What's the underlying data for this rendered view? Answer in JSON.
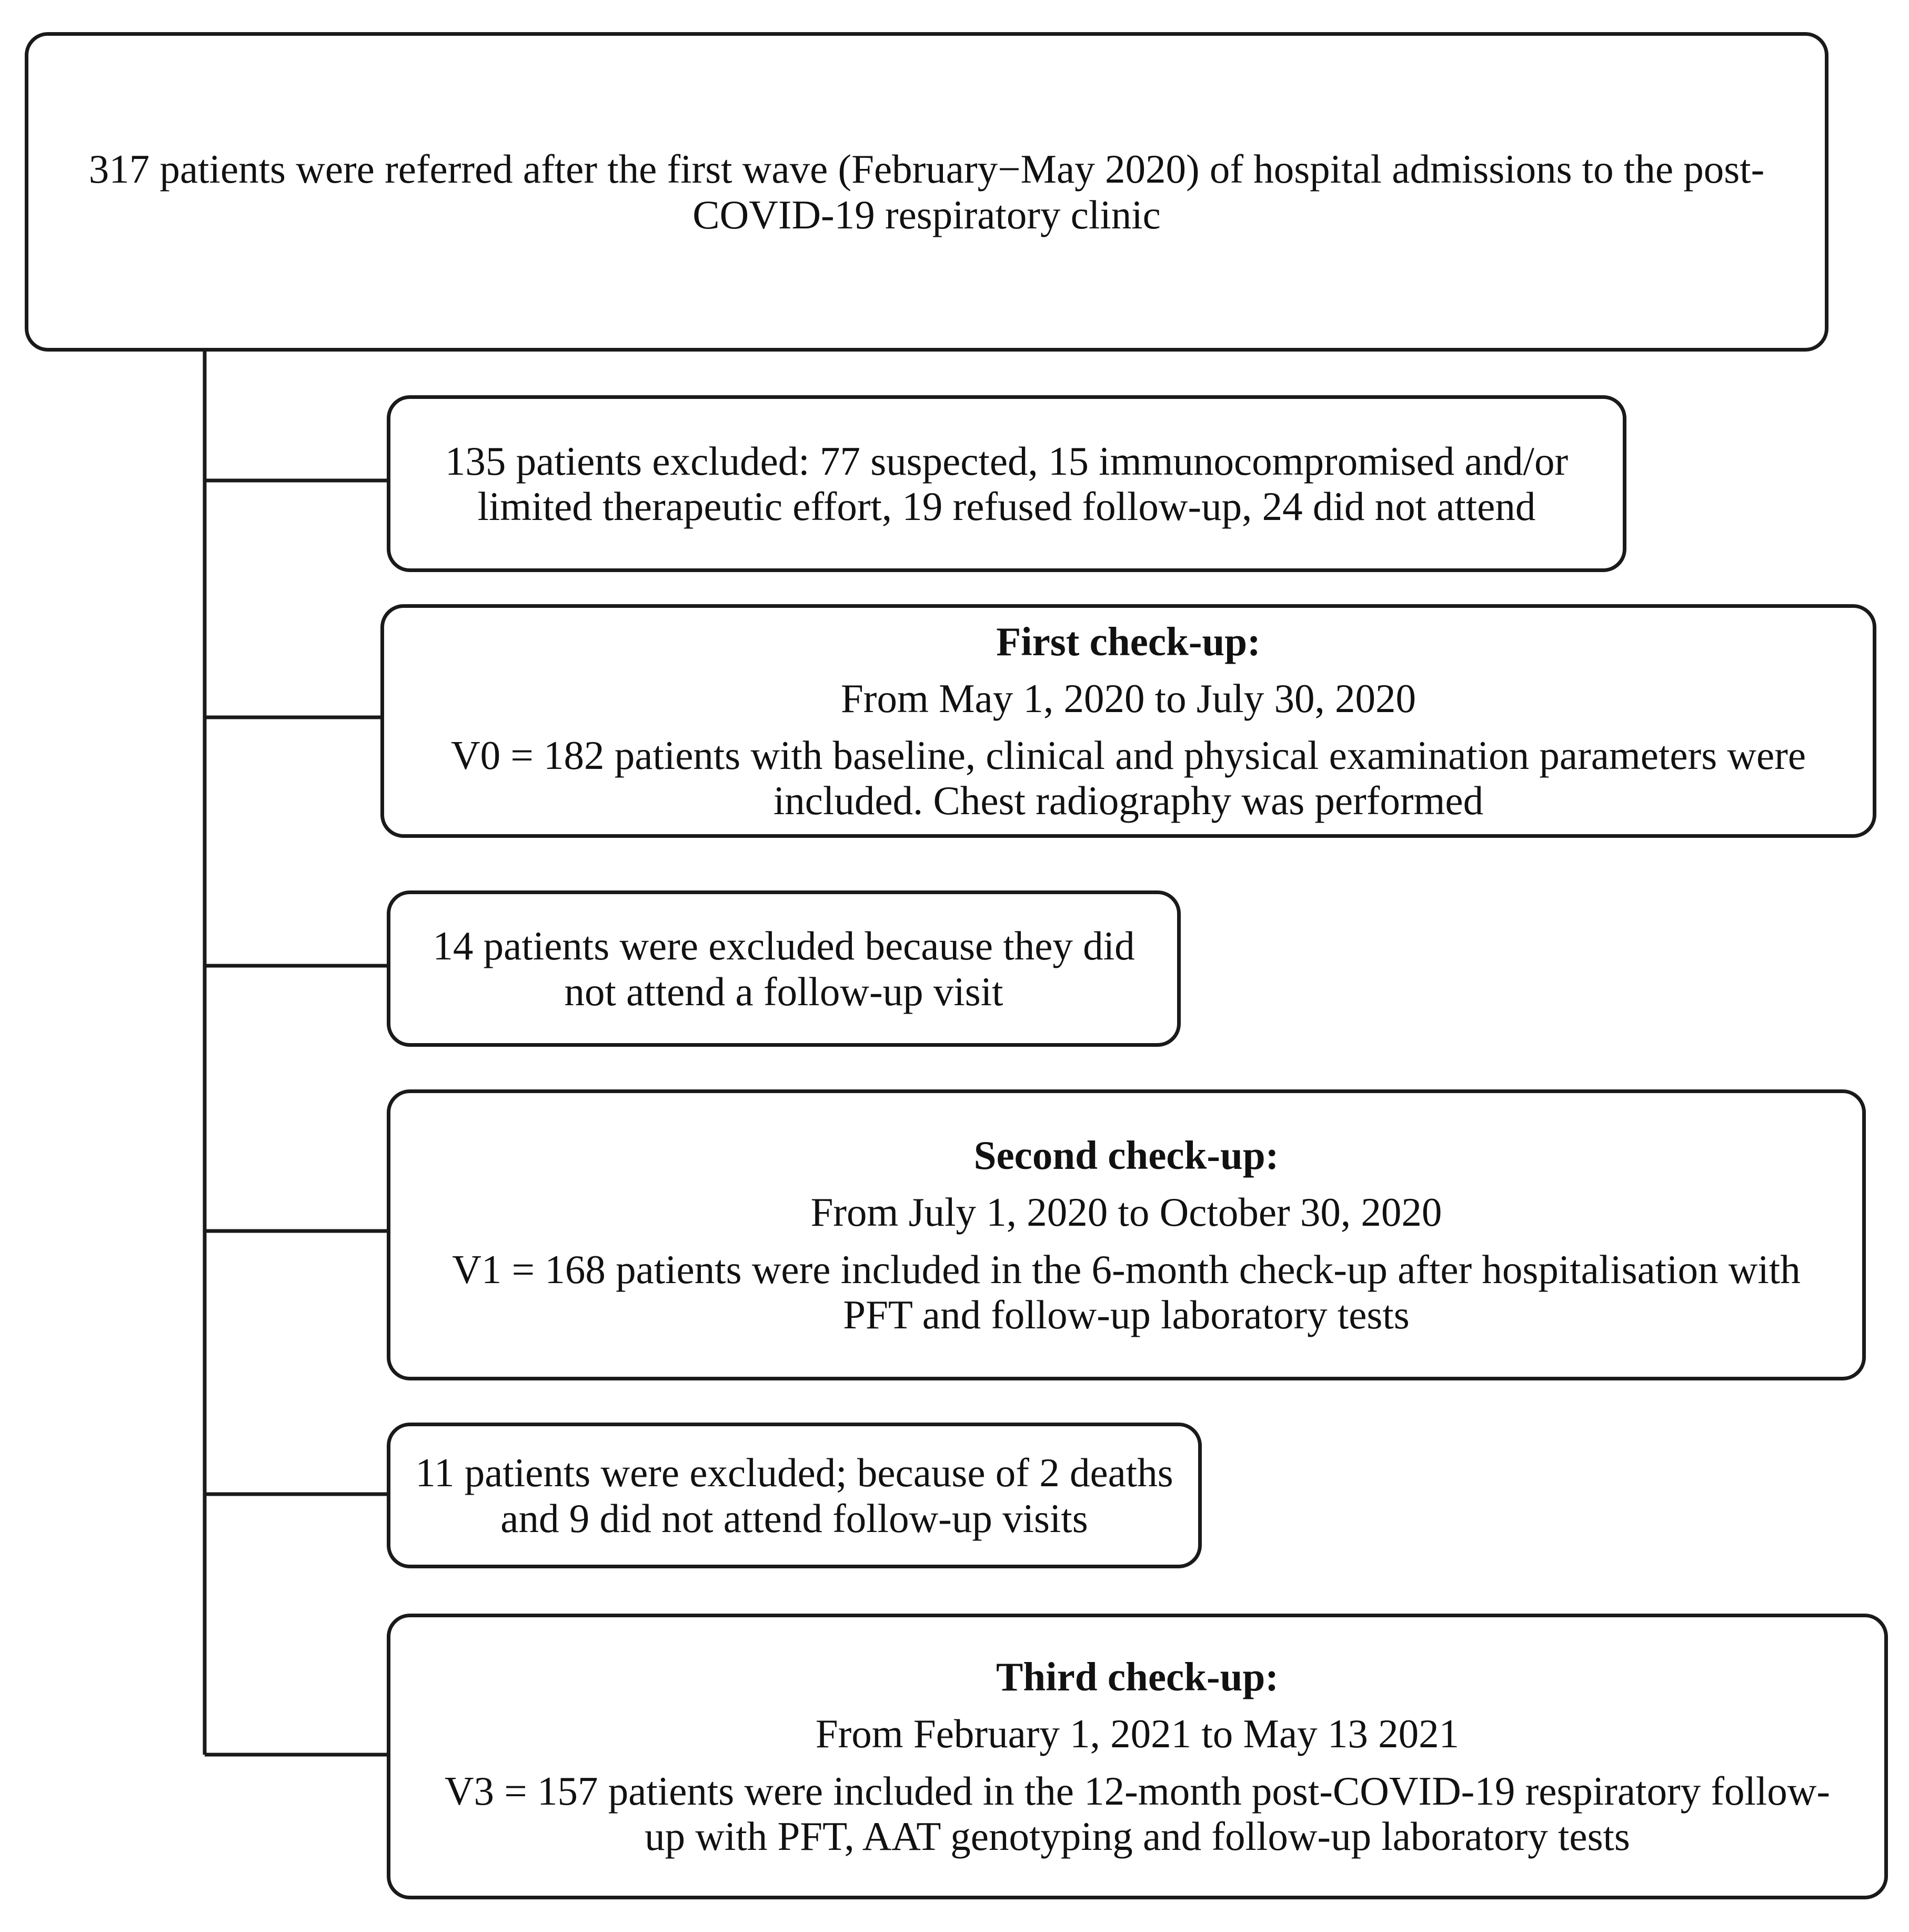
{
  "flowchart": {
    "referred": {
      "text": "317 patients were referred after the first wave (February−May 2020) of hospital admissions to the post-COVID-19 respiratory clinic"
    },
    "exclusion_1": {
      "text": "135 patients excluded: 77 suspected, 15 immunocompromised and/or limited therapeutic effort, 19 refused follow-up, 24 did not attend"
    },
    "first_checkup": {
      "heading": "First check-up:",
      "dates": "From May 1, 2020 to July 30, 2020",
      "text": "V0 = 182 patients with baseline, clinical and physical examination parameters were included. Chest radiography was performed"
    },
    "exclusion_2": {
      "text": "14 patients were excluded because they did not attend a follow-up visit"
    },
    "second_checkup": {
      "heading": "Second check-up:",
      "dates": "From July 1, 2020 to October 30, 2020",
      "text": "V1 = 168 patients were included in the 6-month check-up after hospitalisation with PFT and follow-up laboratory tests"
    },
    "exclusion_3": {
      "text": "11 patients were excluded; because of 2 deaths and 9 did not attend follow-up visits"
    },
    "third_checkup": {
      "heading": "Third check-up:",
      "dates": "From February 1, 2021 to May 13 2021",
      "text": "V3 = 157 patients were included in the 12-month post-COVID-19 respiratory follow-up with PFT, AAT genotyping and follow-up laboratory tests"
    }
  }
}
